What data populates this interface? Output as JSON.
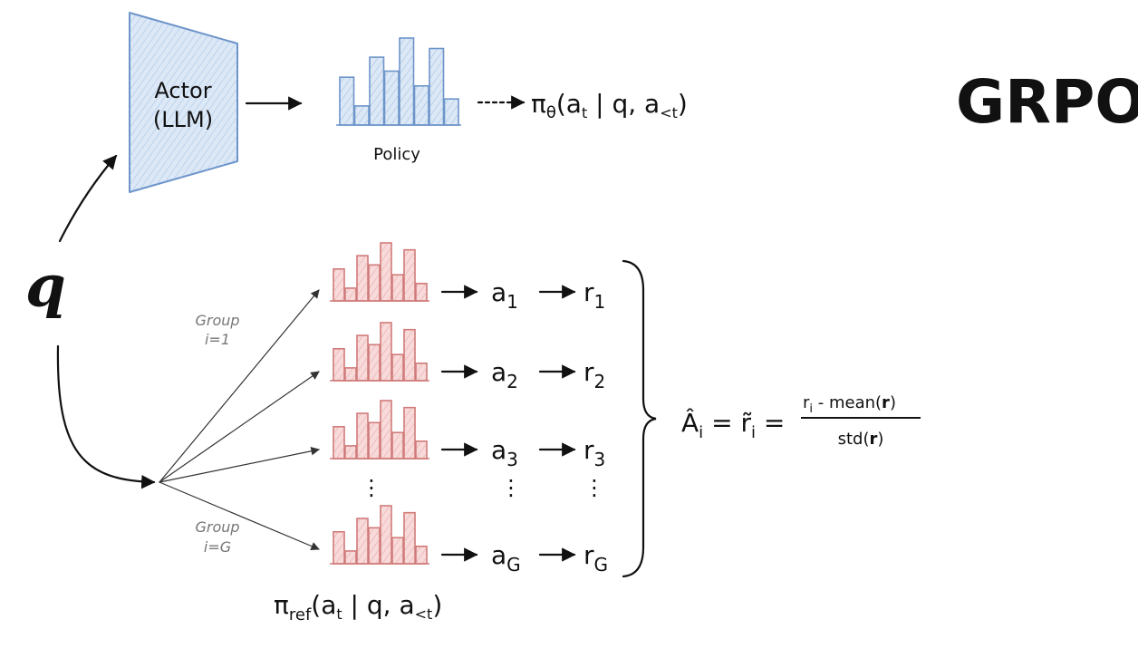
{
  "title": "GRPO",
  "actor": {
    "line1": "Actor",
    "line2": "(LLM)",
    "fill": "#dce8f6",
    "stroke": "#6b93c9"
  },
  "policy": {
    "label": "Policy",
    "fill": "#dce8f6",
    "stroke": "#6b93c9"
  },
  "policy_expr": {
    "pi": "π",
    "sub": "θ",
    "open": "(a",
    "t": "t",
    "mid": " | q, a",
    "lt": "<t",
    "close": ")"
  },
  "query": "q",
  "group_top": {
    "line1": "Group",
    "line2": "i=1"
  },
  "group_bottom": {
    "line1": "Group",
    "line2": "i=G"
  },
  "ref_histogram": {
    "fill": "#f8dada",
    "stroke": "#cf7a78"
  },
  "rows": [
    {
      "a": "a",
      "a_sub": "1",
      "r": "r",
      "r_sub": "1"
    },
    {
      "a": "a",
      "a_sub": "2",
      "r": "r",
      "r_sub": "2"
    },
    {
      "a": "a",
      "a_sub": "3",
      "r": "r",
      "r_sub": "3"
    },
    {
      "a": "a",
      "a_sub": "G",
      "r": "r",
      "r_sub": "G"
    }
  ],
  "dots": "⋮",
  "ref_expr": {
    "pi": "π",
    "sub": "ref",
    "open": "(a",
    "t": "t",
    "mid": " | q, a",
    "lt": "<t",
    "close": ")"
  },
  "formula": {
    "A": "Â",
    "A_sub": "i",
    "eq1": " = ",
    "r": "r̃",
    "r_sub": "i",
    "eq2": " =",
    "num_r": "r",
    "num_sub": "i",
    "num_rest": " - mean(",
    "bold_r": "r",
    "num_close": ")",
    "den_open": "std(",
    "den_bold": "r",
    "den_close": ")"
  }
}
